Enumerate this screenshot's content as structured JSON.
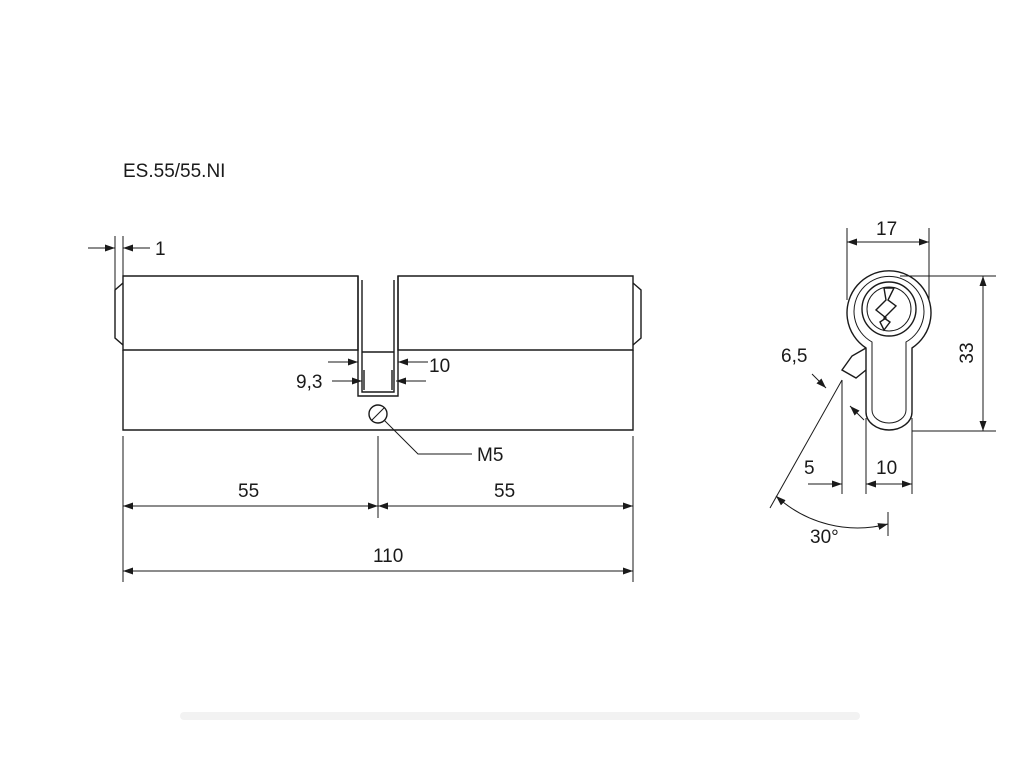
{
  "title": "ES.55/55.NI",
  "front_view": {
    "dim_offset": "1",
    "dim_cam_width": "10",
    "dim_cam_depth": "9,3",
    "dim_screw": "M5",
    "dim_left": "55",
    "dim_right": "55",
    "dim_total": "110"
  },
  "side_view": {
    "dim_width": "17",
    "dim_height": "33",
    "dim_cam": "6,5",
    "dim_offset": "5",
    "dim_lower_width": "10",
    "dim_angle": "30°"
  }
}
